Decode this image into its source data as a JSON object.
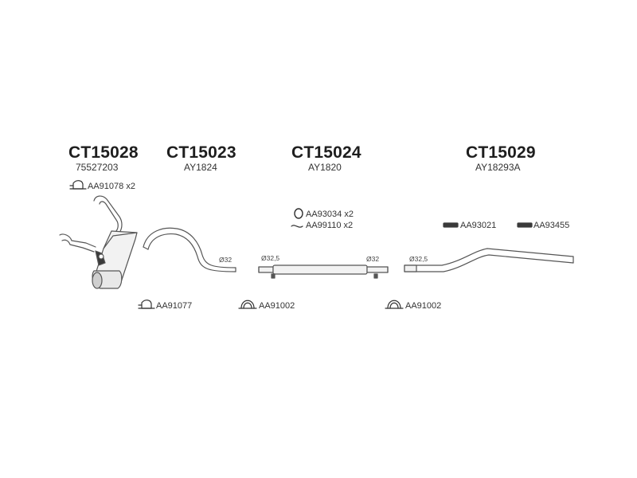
{
  "diagram": {
    "groups": [
      {
        "code": "CT15028",
        "ref": "75527203"
      },
      {
        "code": "CT15023",
        "ref": "AY1824"
      },
      {
        "code": "CT15024",
        "ref": "AY1820"
      },
      {
        "code": "CT15029",
        "ref": "AY18293A"
      }
    ],
    "parts": {
      "clamp_top": "AA91078 x2",
      "clamp_left_bottom": "AA91077",
      "clamp_mid_bottom": "AA91002",
      "clamp_right_bottom": "AA91002",
      "ring": "AA93034 x2",
      "gasket": "AA99110 x2",
      "hanger_1": "AA93021",
      "hanger_2": "AA93455"
    },
    "diameters": {
      "bend_pipe": "Ø32",
      "muffler_in": "Ø32,5",
      "muffler_out": "Ø32",
      "tail_pipe": "Ø32,5"
    },
    "colors": {
      "line": "#555555",
      "fill_light": "#f2f2f2",
      "fill_dark": "#3a3a3a"
    }
  }
}
